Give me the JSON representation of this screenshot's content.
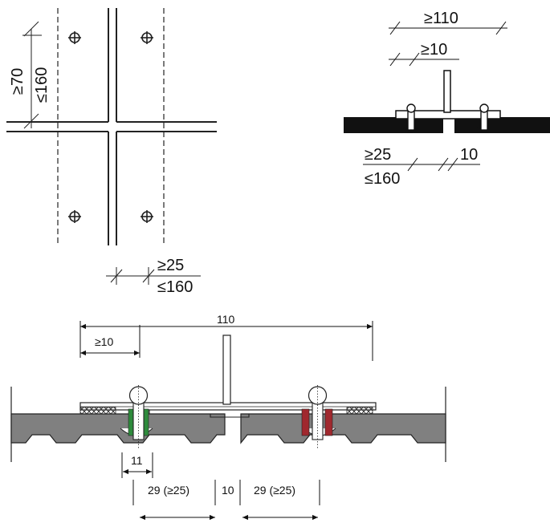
{
  "top_left": {
    "label_min_70": "≥70",
    "label_max_160": "≤160",
    "label_min_25": "≥25",
    "label_max_160_b": "≤160"
  },
  "top_right": {
    "label_min_110": "≥110",
    "label_min_10": "≥10",
    "label_min_25": "≥25",
    "label_max_160": "≤160",
    "label_10": "10"
  },
  "bottom": {
    "label_110": "110",
    "label_min_10": "≥10",
    "label_11": "11",
    "label_left_gap": "29 (≥25)",
    "label_center_gap": "10",
    "label_right_gap": "29 (≥25)"
  }
}
